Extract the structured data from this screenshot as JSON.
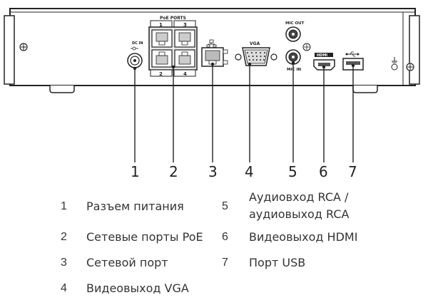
{
  "panel": {
    "poe_ports_label": "PoE PORTS",
    "poe_top_nums": [
      "1",
      "3"
    ],
    "poe_bottom_nums": [
      "2",
      "4"
    ],
    "dc_in_label": "DC IN",
    "vga_label": "VGA",
    "mic_out_label": "MIC OUT",
    "mic_in_label": "MIC IN",
    "hdmi_label": "HDMI"
  },
  "callouts": [
    "1",
    "2",
    "3",
    "4",
    "5",
    "6",
    "7"
  ],
  "legend": [
    {
      "num": "1",
      "text": "Разъем питания"
    },
    {
      "num": "2",
      "text": "Сетевые порты PoE"
    },
    {
      "num": "3",
      "text": "Сетевой порт"
    },
    {
      "num": "4",
      "text": "Видеовыход VGA"
    },
    {
      "num": "5",
      "text_line1": "Аудиовход RCA /",
      "text_line2": "аудиовыход RCA"
    },
    {
      "num": "6",
      "text": "Видеовыход HDMI"
    },
    {
      "num": "7",
      "text": "Порт USB"
    }
  ]
}
